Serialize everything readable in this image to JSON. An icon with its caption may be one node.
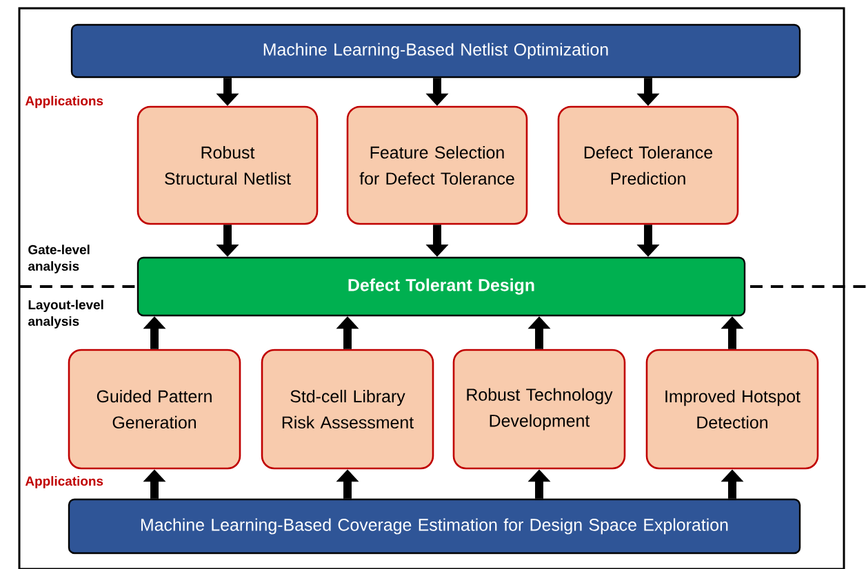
{
  "diagram": {
    "nodes": [
      {
        "text": [
          "Machine Learning-Based Netlist Optimization"
        ]
      },
      {
        "text": [
          "Robust Structural Netlist"
        ]
      },
      {
        "text": [
          "Feature Selection for Defect Tolerance"
        ]
      },
      {
        "text": [
          "Defect Tolerance Prediction"
        ]
      },
      {
        "text": [
          "Defect Tolerant Design"
        ]
      },
      {
        "text": [
          "Guided Pattern Generation"
        ]
      },
      {
        "text": [
          "Std-cell Library Risk Assessment"
        ]
      },
      {
        "text": [
          "Robust Technology Development"
        ]
      },
      {
        "text": [
          "Improved Hotspot Detection"
        ]
      },
      {
        "text": [
          "Machine Learning-Based Coverage Estimation for Design Space Exploration"
        ]
      }
    ],
    "edges": [
      {
        "from": 0,
        "to": 1,
        "arrow": "to"
      },
      {
        "from": 0,
        "to": 2,
        "arrow": "to"
      },
      {
        "from": 0,
        "to": 3,
        "arrow": "to"
      },
      {
        "from": 1,
        "to": 4,
        "arrow": "to"
      },
      {
        "from": 2,
        "to": 4,
        "arrow": "to"
      },
      {
        "from": 3,
        "to": 4,
        "arrow": "to"
      },
      {
        "from": 9,
        "to": 5,
        "arrow": "to"
      },
      {
        "from": 9,
        "to": 6,
        "arrow": "to"
      },
      {
        "from": 9,
        "to": 7,
        "arrow": "to"
      },
      {
        "from": 9,
        "to": 8,
        "arrow": "to"
      },
      {
        "from": 5,
        "to": 4,
        "arrow": "to"
      },
      {
        "from": 6,
        "to": 4,
        "arrow": "to"
      },
      {
        "from": 7,
        "to": 4,
        "arrow": "to"
      },
      {
        "from": 8,
        "to": 4,
        "arrow": "to"
      }
    ],
    "labels": [
      "Applications",
      "Gate-level analysis",
      "Layout-level analysis",
      "Applications"
    ]
  }
}
